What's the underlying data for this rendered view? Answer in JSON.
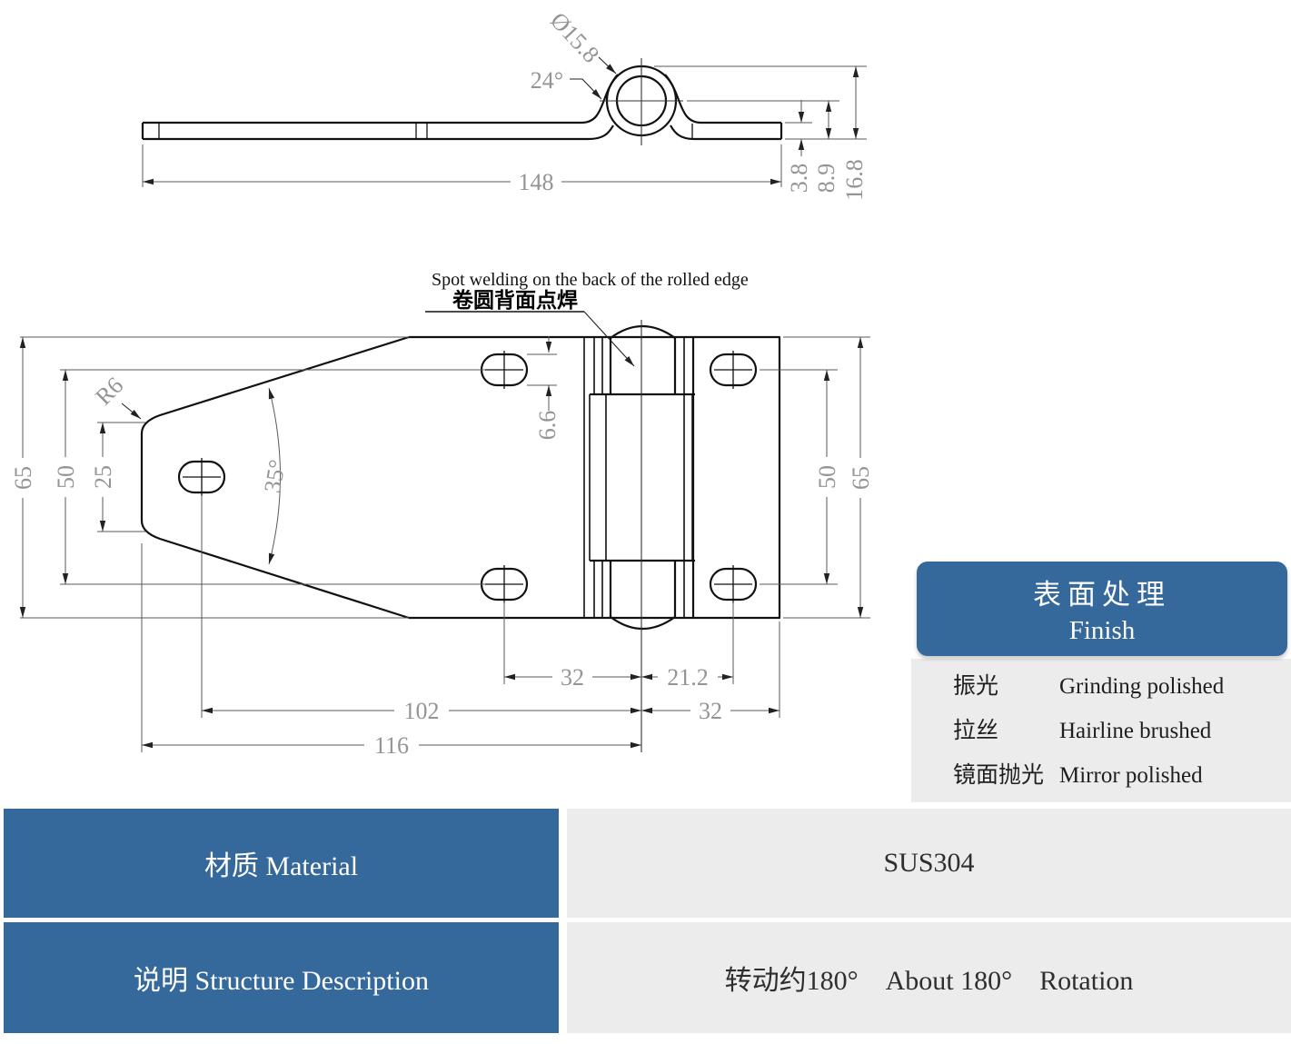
{
  "side_view": {
    "dims": {
      "diameter": "Ø15.8",
      "angle": "24°",
      "length": "148",
      "thickness": "3.8",
      "height_mid": "8.9",
      "height_total": "16.8"
    }
  },
  "plan_view": {
    "dims": {
      "height_left": "65",
      "holes_span_left": "50",
      "tip_height": "25",
      "tip_radius": "R6",
      "taper_angle": "35°",
      "slot_width": "6.6",
      "holes_span_right": "50",
      "height_right": "65",
      "hole_to_pin": "32",
      "pin_to_hole_right": "21.2",
      "hole_to_pin_wide": "102",
      "pin_to_edge_right": "32",
      "tip_to_pin": "116"
    },
    "note_en": "Spot welding on the back of the rolled edge",
    "note_zh": "卷圆背面点焊"
  },
  "finish_panel": {
    "title_zh": "表面处理",
    "title_en": "Finish",
    "rows": [
      {
        "zh": "振光",
        "en": "Grinding polished"
      },
      {
        "zh": "拉丝",
        "en": "Hairline brushed"
      },
      {
        "zh": "镜面抛光",
        "en": "Mirror polished"
      }
    ]
  },
  "spec_table": {
    "rows": [
      {
        "label": "材质 Material",
        "value": "SUS304"
      },
      {
        "label": "说明 Structure Description",
        "value": "转动约180°　About 180°　Rotation"
      }
    ]
  },
  "colors": {
    "accent": "#35689b",
    "panel_gray": "#ececec",
    "dim_text": "#949494"
  }
}
